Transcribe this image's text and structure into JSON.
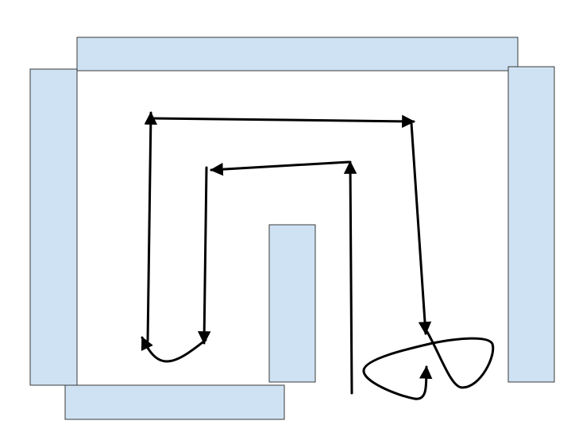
{
  "diagram": {
    "colors": {
      "panel_fill": "#cfe2f3",
      "panel_stroke": "#3a3a3a",
      "path_stroke": "#000000",
      "background": "#ffffff"
    },
    "panels": [
      {
        "id": "top-wall-panel"
      },
      {
        "id": "left-wall-panel"
      },
      {
        "id": "right-wall-panel"
      },
      {
        "id": "bottom-wall-panel"
      },
      {
        "id": "center-pillar-panel"
      }
    ],
    "paths": [
      {
        "id": "entry-up-path",
        "has_arrowhead": true
      },
      {
        "id": "upper-left-path",
        "has_arrowhead": true
      },
      {
        "id": "inner-down-path",
        "has_arrowhead": true
      },
      {
        "id": "hook-left-path",
        "has_arrowhead": true
      },
      {
        "id": "outer-up-path",
        "has_arrowhead": true
      },
      {
        "id": "top-right-path",
        "has_arrowhead": true
      },
      {
        "id": "right-down-path",
        "has_arrowhead": true
      },
      {
        "id": "figure-eight-loop-path",
        "has_arrowhead": true
      }
    ]
  }
}
